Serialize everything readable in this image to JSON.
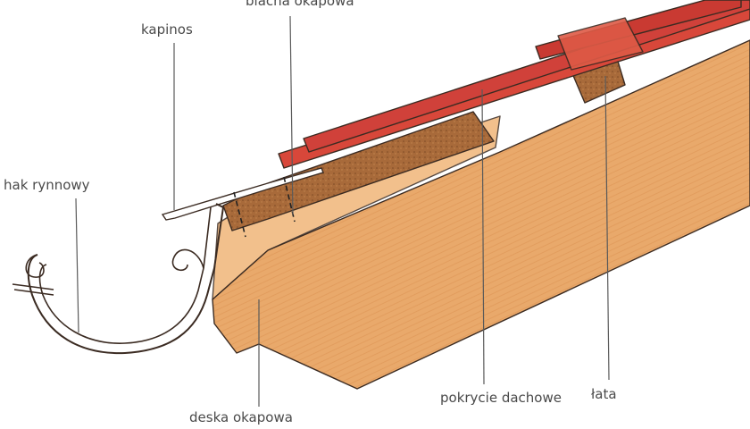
{
  "labels": {
    "blacha_okapowa": "blacha okapowa",
    "kapinos": "kapinos",
    "hak_rynnowy": "hak rynnowy",
    "deska_okapowa": "deska okapowa",
    "pokrycie_dachowe": "pokrycie dachowe",
    "lata": "łata"
  },
  "colors": {
    "wood": "#e9a96b",
    "wood_dark": "#c7803f",
    "underlay": "#a86a3a",
    "tile": "#d8473a",
    "tile_dark": "#b9302a",
    "metal": "#ffffff",
    "line": "#5a5a5a"
  }
}
